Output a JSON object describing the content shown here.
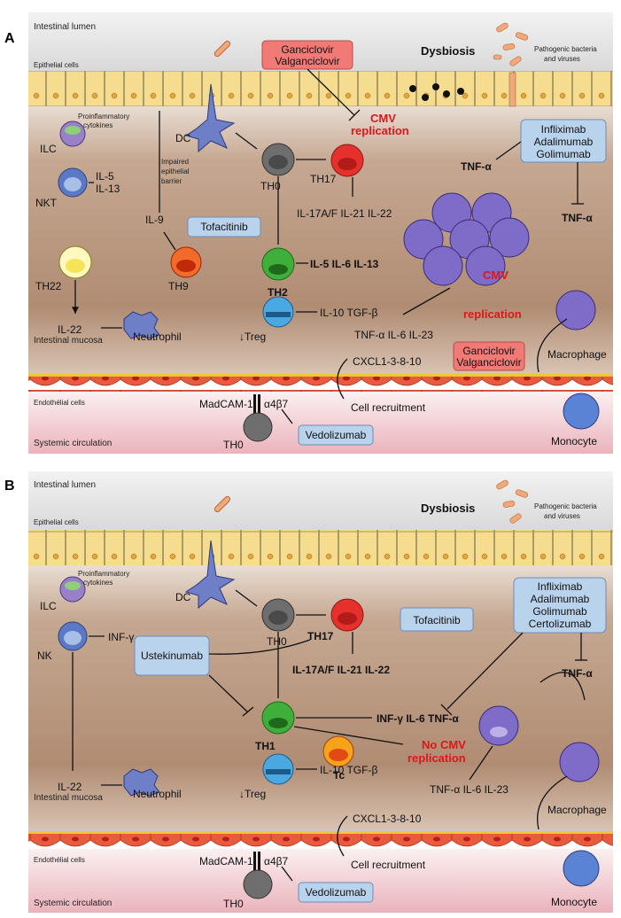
{
  "panel_labels": {
    "a": "A",
    "b": "B"
  },
  "common": {
    "lumen": "Intestinal lumen",
    "epithelial": "Epithelial cells",
    "dysbiosis": "Dysbiosis",
    "pathogens_1": "Pathogenic bacteria",
    "pathogens_2": "and viruses",
    "proinflam_1": "Proinflammatory",
    "proinflam_2": "cytokines",
    "ilc": "ILC",
    "dc": "DC",
    "th0": "TH0",
    "th17": "TH17",
    "th2": "TH2",
    "th1": "TH1",
    "th9": "TH9",
    "th22": "TH22",
    "treg": "↓Treg",
    "tc": "Tc",
    "nkt": "NKT",
    "nk": "NK",
    "il5": "IL-5",
    "il13": "IL-13",
    "il9": "IL-9",
    "il22": "IL-22",
    "neutrophil": "Neutrophil",
    "impaired_1": "Impaired",
    "impaired_2": "epithelial",
    "impaired_3": "barrier",
    "il17_line": "IL-17A/F IL-21 IL-22",
    "il10_line": "IL-10 TGF-β",
    "tnf_il6_il23": "TNF-α IL-6 IL-23",
    "mucosa": "Intestinal mucosa",
    "cxcl": "CXCL1-3-8-10",
    "endothelial": "Endothélial cells",
    "madcam": "MadCAM-1",
    "a4b7": "α4β7",
    "recruitment": "Cell recruitment",
    "systemic": "Systemic circulation",
    "macrophage": "Macrophage",
    "monocyte": "Monocyte",
    "tnf_a": "TNF-α"
  },
  "drugs": {
    "ganciclovir": "Ganciclovir",
    "valganciclovir": "Valganciclovir",
    "infliximab": "Infliximab",
    "adalimumab": "Adalimumab",
    "golimumab": "Golimumab",
    "certolizumab": "Certolizumab",
    "tofacitinib": "Tofacitinib",
    "vedolizumab": "Vedolizumab",
    "ustekinumab": "Ustekinumab"
  },
  "panel_a": {
    "cmv_1": "CMV",
    "cmv_2": "replication",
    "il5_il6_il13": "IL-5 IL-6 IL-13"
  },
  "panel_b": {
    "inf_g": "INF-γ",
    "infg_il6_tnf": "INF-γ IL-6 TNF-α",
    "no_cmv_1": "No CMV",
    "no_cmv_2": "replication"
  },
  "colors": {
    "lumen_top": "#e3e3e3",
    "mucosa_brown": "#b08c73",
    "epithelium": "#f6dc8e",
    "endothelium": "#e65a3c",
    "systemic_pink": "#f2c4cc",
    "drug_blue": "#b9d3ec",
    "drug_red": "#f17a77",
    "cmv_red": "#e0161b"
  }
}
